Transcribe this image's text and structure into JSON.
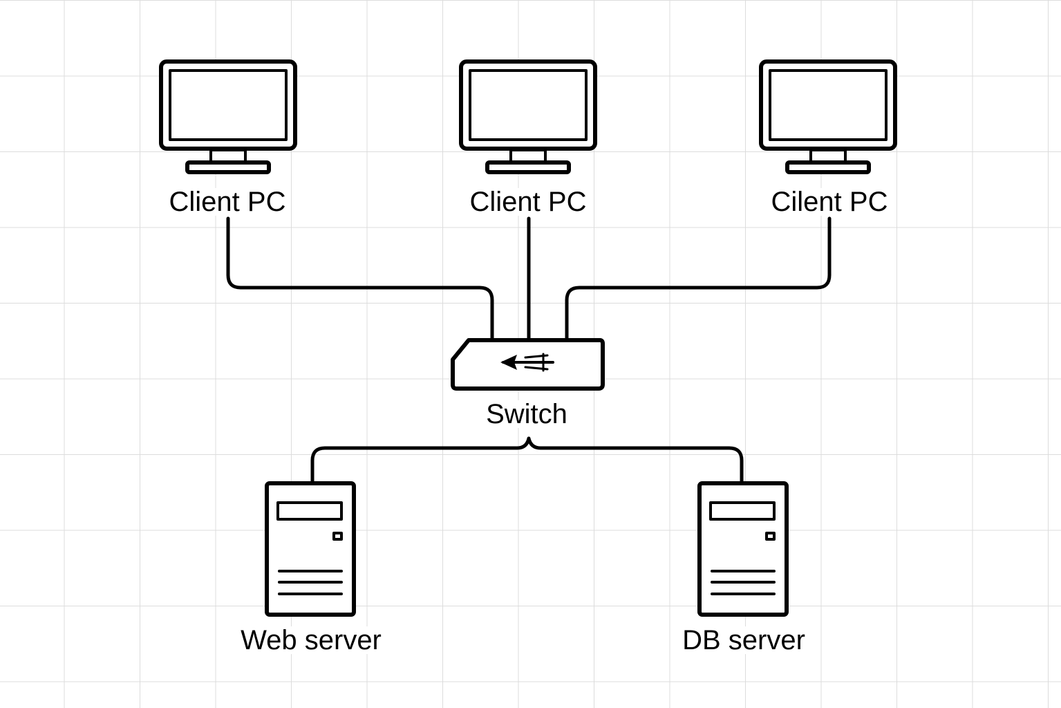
{
  "diagram": {
    "nodes": {
      "client1": {
        "label": "Client PC",
        "icon": "monitor-icon"
      },
      "client2": {
        "label": "Client PC",
        "icon": "monitor-icon"
      },
      "client3": {
        "label": "Cilent PC",
        "icon": "monitor-icon"
      },
      "switch": {
        "label": "Switch",
        "icon": "network-switch-icon"
      },
      "web": {
        "label": "Web server",
        "icon": "server-tower-icon"
      },
      "db": {
        "label": "DB server",
        "icon": "server-tower-icon"
      }
    },
    "edges": [
      {
        "from": "client1",
        "to": "switch"
      },
      {
        "from": "client2",
        "to": "switch"
      },
      {
        "from": "client3",
        "to": "switch"
      },
      {
        "from": "switch",
        "to": "web"
      },
      {
        "from": "switch",
        "to": "db"
      }
    ],
    "colors": {
      "stroke": "#000000",
      "background": "#ffffff",
      "grid": "#dcdcdc"
    }
  }
}
